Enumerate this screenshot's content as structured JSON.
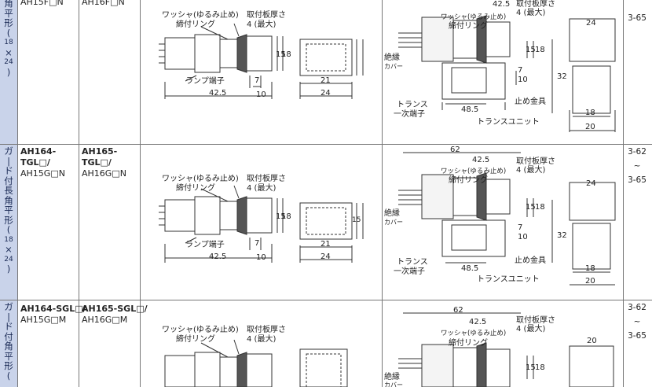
{
  "rows": [
    {
      "category_lines": [
        "角",
        "平",
        "形",
        "(",
        "18",
        "×",
        "24",
        ")"
      ],
      "model_a_lines": [
        "AH15F□N"
      ],
      "model_b_lines": [
        "AH16F□N"
      ],
      "pages": [
        "3-65"
      ]
    },
    {
      "category_lines": [
        "ガ",
        "|",
        "ド",
        "付",
        "長",
        "角",
        "平",
        "形",
        "(",
        "18",
        "×",
        "24",
        ")"
      ],
      "model_a_lines": [
        "AH164-",
        "TGL□/",
        "AH15G□N"
      ],
      "model_b_lines": [
        "AH165-",
        "TGL□/",
        "AH16G□N"
      ],
      "pages": [
        "3-62",
        "~",
        "3-65"
      ]
    },
    {
      "category_lines": [
        "ガ",
        "|",
        "ド",
        "付",
        "角",
        "平",
        "形",
        "("
      ],
      "model_a_lines": [
        "AH164-SGL□/",
        "AH15G□M"
      ],
      "model_b_lines": [
        "AH165-SGL□/",
        "AH16G□M"
      ],
      "pages": [
        "3-62",
        "~",
        "3-65"
      ]
    }
  ],
  "drawing_labels": {
    "washer": "ワッシャ(ゆるみ止め)",
    "ring": "締付リング",
    "panel_thickness": "取付板厚さ",
    "panel_max": "4 (最大)",
    "lamp_terminal": "ランプ端子",
    "insulation_cover_1": "絶縁",
    "insulation_cover_2": "カバー",
    "trans_1": "トランス",
    "trans_2": "一次端子",
    "stopper": "止め金具",
    "trans_unit": "トランスユニット"
  },
  "dims": {
    "d42_5": "42.5",
    "d7": "7",
    "d10": "10",
    "d21": "21",
    "d24": "24",
    "d15": "15",
    "d18": "18",
    "d62": "62",
    "d48_5": "48.5",
    "d32": "32",
    "d20": "20"
  }
}
